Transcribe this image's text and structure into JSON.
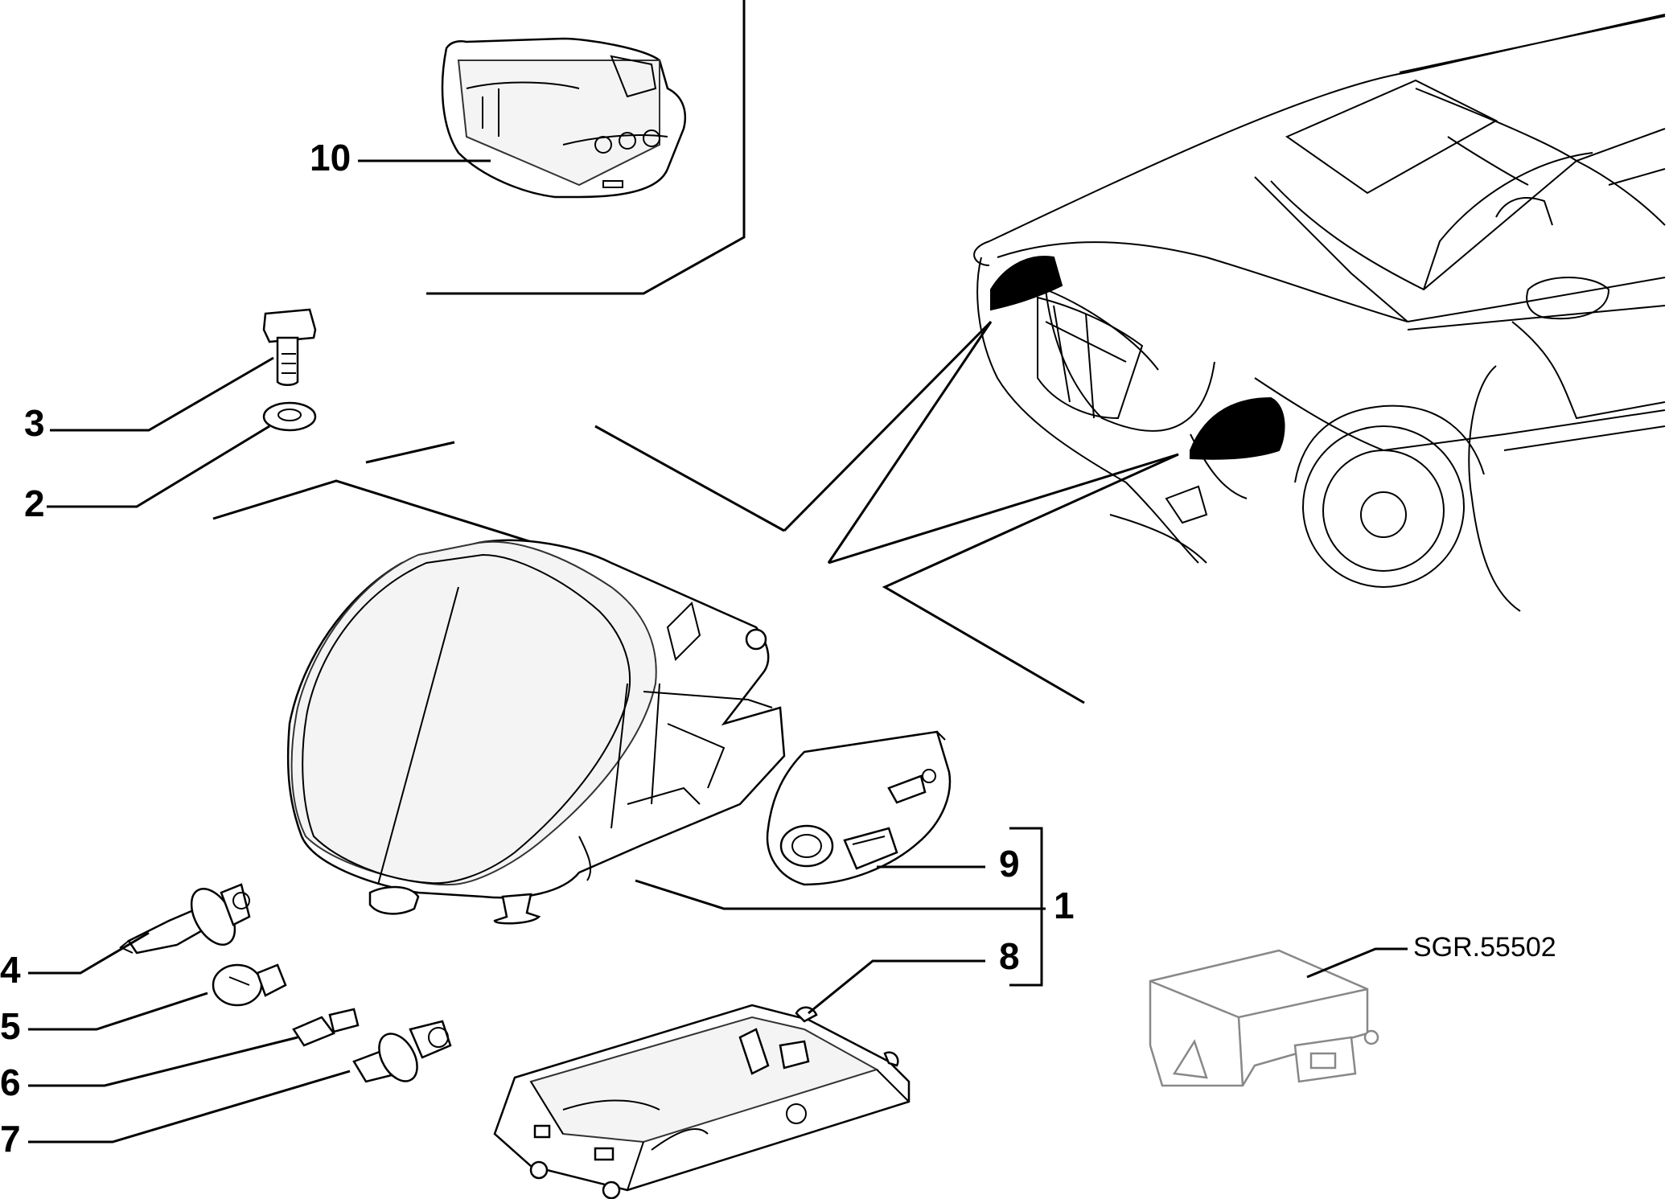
{
  "callouts": {
    "c1": "1",
    "c2": "2",
    "c3": "3",
    "c4": "4",
    "c5": "5",
    "c6": "6",
    "c7": "7",
    "c8": "8",
    "c9": "9",
    "c10": "10"
  },
  "reference_code": "SGR.55502"
}
